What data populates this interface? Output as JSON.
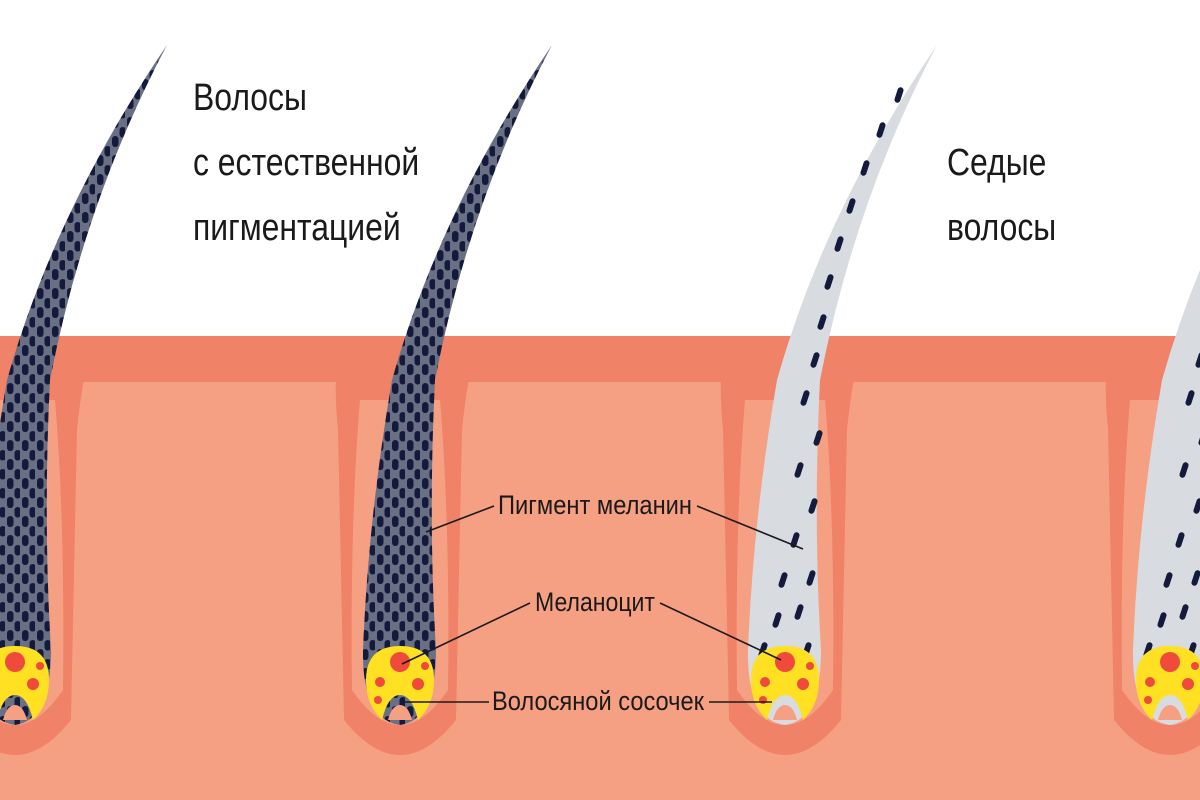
{
  "captions": {
    "pigmented": [
      "Волосы",
      "с естественной",
      "пигментацией"
    ],
    "gray": [
      "Седые",
      "волосы"
    ]
  },
  "labels": {
    "melanin": "Пигмент меланин",
    "melanocyte": "Меланоцит",
    "papilla": "Волосяной сосочек"
  },
  "colors": {
    "skin_outer": "#f08268",
    "skin_inner": "#f6a083",
    "hair_pigmented": "#6a7084",
    "melanin_granule": "#141a3c",
    "hair_gray": "#d8dbe0",
    "papilla": "#ffe023",
    "melanocyte": "#ef4a3c"
  }
}
